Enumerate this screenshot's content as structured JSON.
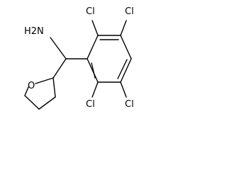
{
  "molecule": {
    "labels": {
      "amine": "H2N",
      "oxygen": "O",
      "cl_top": "Cl",
      "cl_top_right": "Cl",
      "cl_bottom_left": "Cl",
      "cl_bottom_right": "Cl"
    }
  }
}
